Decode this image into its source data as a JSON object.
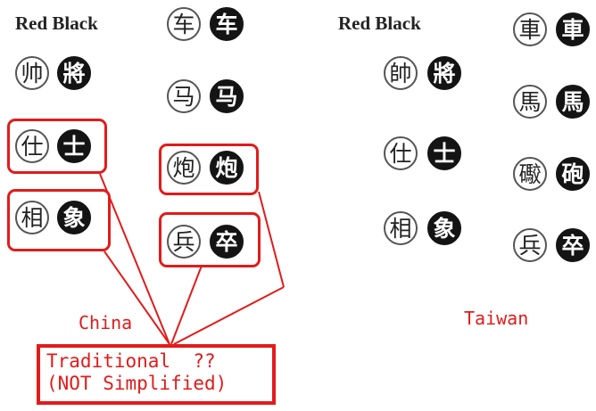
{
  "china": {
    "header": "Red Black",
    "left_column": [
      {
        "red": "帅",
        "black": "將"
      },
      {
        "red": "仕",
        "black": "士"
      },
      {
        "red": "相",
        "black": "象"
      }
    ],
    "right_column": [
      {
        "red": "车",
        "black": "车"
      },
      {
        "red": "马",
        "black": "马"
      },
      {
        "red": "炮",
        "black": "炮"
      },
      {
        "red": "兵",
        "black": "卒"
      }
    ],
    "label": "China"
  },
  "taiwan": {
    "header": "Red Black",
    "left_column": [
      {
        "red": "帥",
        "black": "將"
      },
      {
        "red": "仕",
        "black": "士"
      },
      {
        "red": "相",
        "black": "象"
      }
    ],
    "right_column": [
      {
        "red": "車",
        "black": "車"
      },
      {
        "red": "馬",
        "black": "馬"
      },
      {
        "red": "礮",
        "black": "砲"
      },
      {
        "red": "兵",
        "black": "卒"
      }
    ],
    "label": "Taiwan"
  },
  "note": {
    "line1": "Traditional  ??",
    "line2": "(NOT Simplified)"
  },
  "colors": {
    "highlight": "#e21b1b",
    "black_piece": "#141414",
    "red_piece_fill": "#ffffff"
  }
}
